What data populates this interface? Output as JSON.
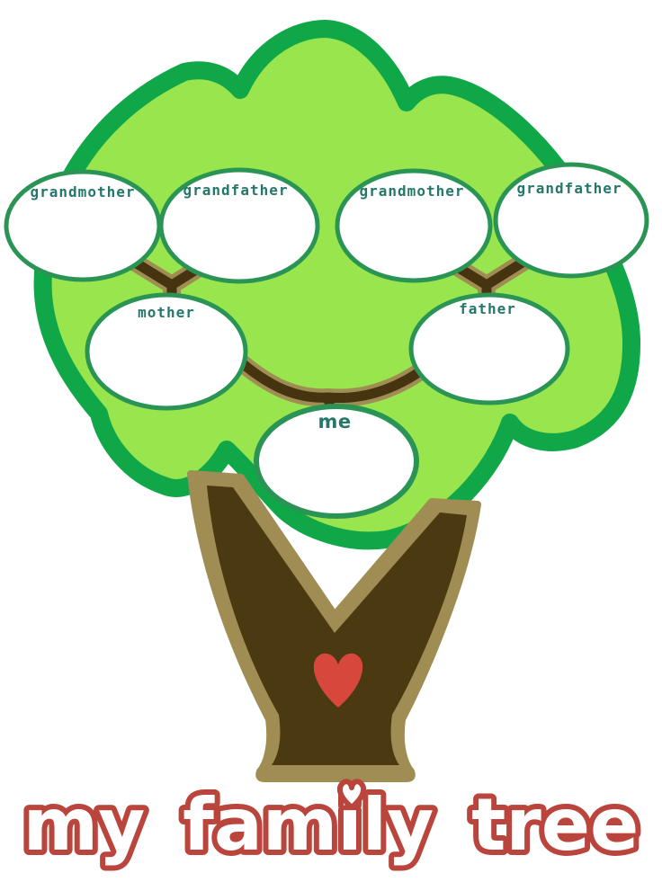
{
  "title": {
    "text": "my family tree"
  },
  "tree": {
    "nodes": [
      {
        "id": "grandmother-maternal",
        "label": "grandmother"
      },
      {
        "id": "grandfather-maternal",
        "label": "grandfather"
      },
      {
        "id": "grandmother-paternal",
        "label": "grandmother"
      },
      {
        "id": "grandfather-paternal",
        "label": "grandfather"
      },
      {
        "id": "mother",
        "label": "mother"
      },
      {
        "id": "father",
        "label": "father"
      },
      {
        "id": "me",
        "label": "me"
      }
    ]
  },
  "icons": {
    "trunk_heart": "heart-icon",
    "title_i_dot_heart": "heart-icon"
  },
  "colors": {
    "foliage_fill": "#98e54e",
    "foliage_outline": "#10a748",
    "node_fill": "#ffffff",
    "node_stroke": "#2a9455",
    "node_label": "#26776b",
    "branch_dark": "#463310",
    "branch_light": "#a08d53",
    "trunk_dark": "#4a3911",
    "trunk_light": "#a08d53",
    "heart_red": "#d8473c",
    "title_outline": "#b9453c",
    "title_fill": "#ffffff"
  }
}
